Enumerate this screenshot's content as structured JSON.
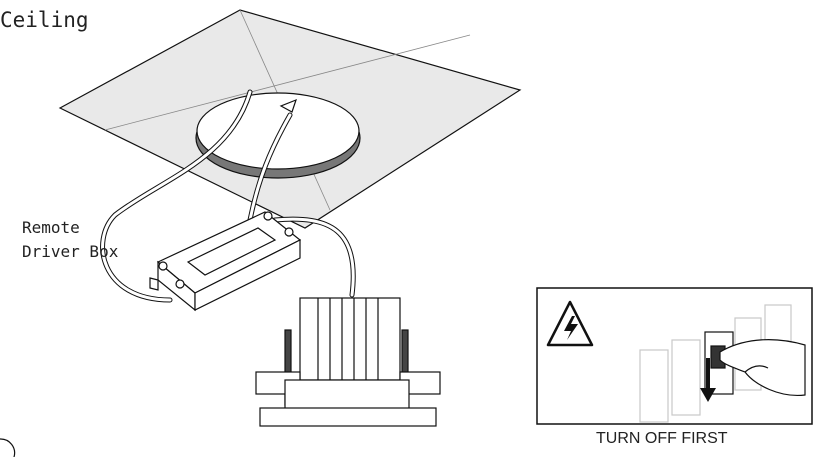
{
  "labels": {
    "ceiling": "Ceiling",
    "remote_line1": "Remote",
    "remote_line2": "Driver Box",
    "turn_off": "TURN OFF FIRST"
  },
  "colors": {
    "ceiling_fill": "#e9e9e9",
    "line": "#111111",
    "hole_rim": "#7a7a7a",
    "breaker_ghost": "#c8c8c8"
  },
  "icons": [
    "high-voltage-warning-icon",
    "down-arrow-icon",
    "hand-icon",
    "page-step-icon"
  ]
}
